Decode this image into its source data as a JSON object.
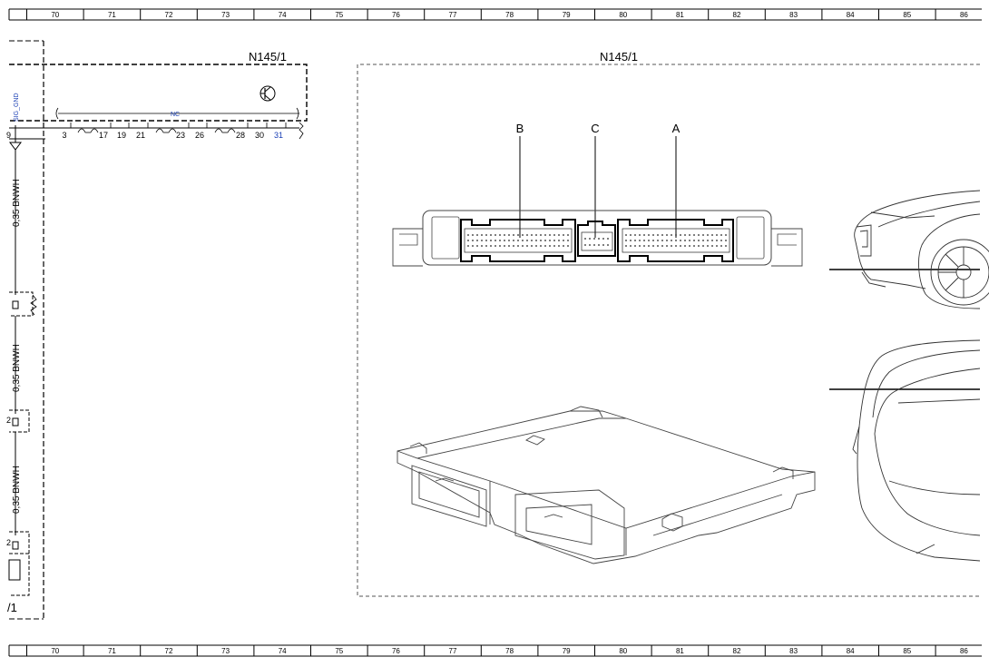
{
  "ruler": {
    "numbers": [
      "70",
      "71",
      "72",
      "73",
      "74",
      "75",
      "76",
      "77",
      "78",
      "79",
      "80",
      "81",
      "82",
      "83",
      "84",
      "85",
      "86"
    ]
  },
  "left_module": {
    "title": "N145/1",
    "sig_gnd": "SIG_GND",
    "nc": "NC",
    "pins": [
      "3",
      "17",
      "19",
      "21",
      "23",
      "26",
      "28",
      "30",
      "31"
    ],
    "sub_number": "2",
    "partial_label": "/1"
  },
  "wires": {
    "label_1": "0,35 BNWH",
    "label_2": "0,35 BNWH",
    "label_3": "0,35 BNWH"
  },
  "right_panel": {
    "title": "N145/1",
    "connector_b": "B",
    "connector_c": "C",
    "connector_a": "A"
  },
  "colors": {
    "line": "#000000",
    "dashed": "#555555",
    "accent_blue": "#1a3fb5",
    "gray_line": "#333333"
  }
}
